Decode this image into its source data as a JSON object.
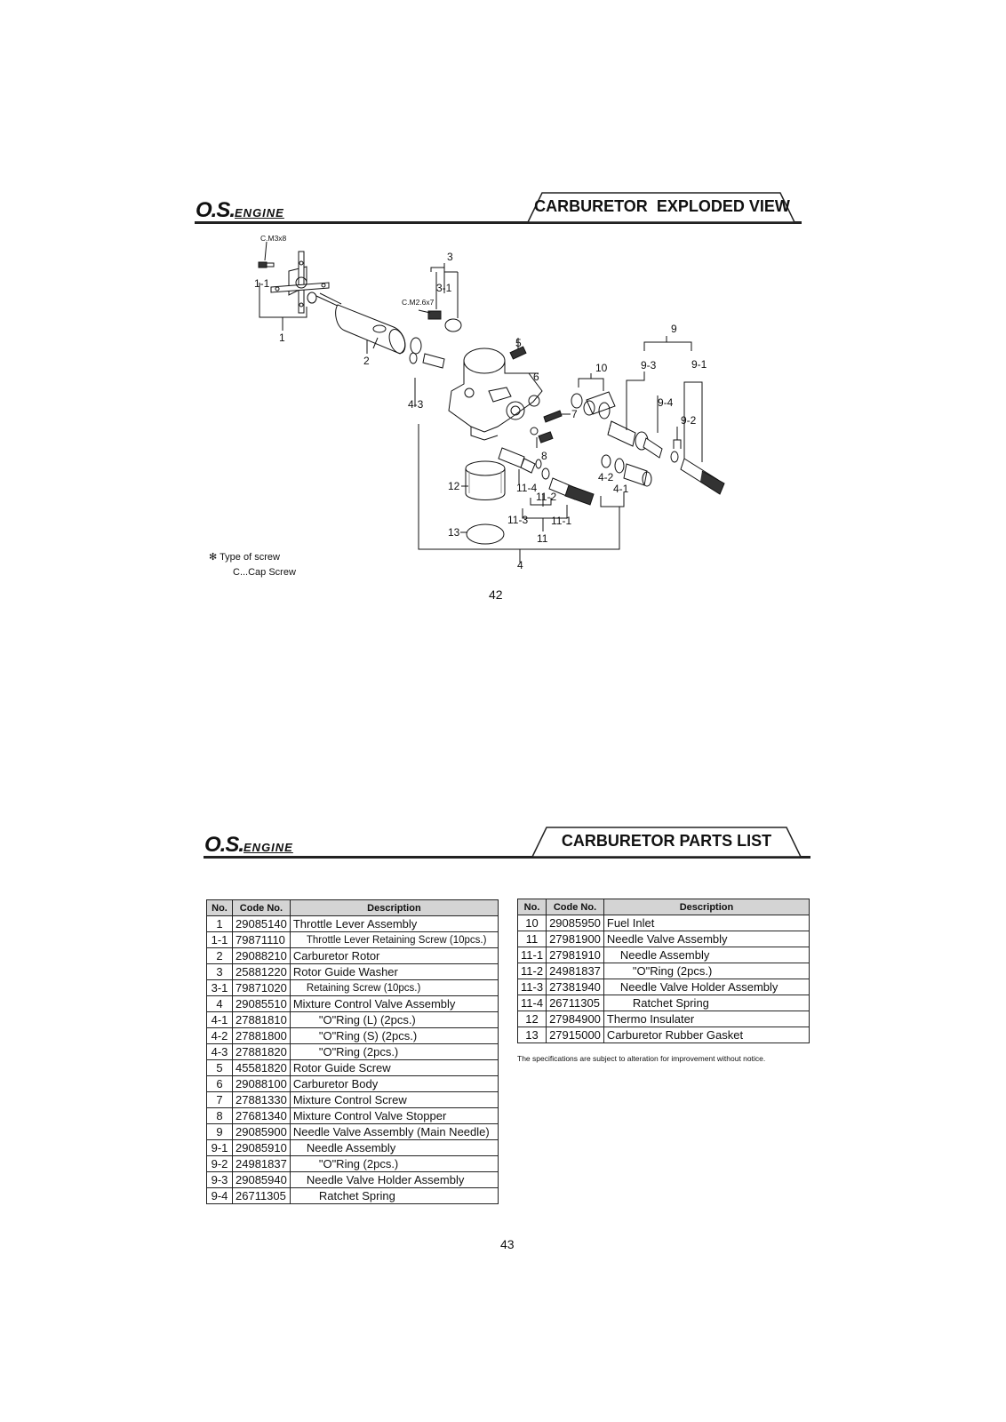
{
  "top": {
    "logo_main": "O.S.",
    "logo_sub": "ENGINE",
    "title": "CARBURETOR  EXPLODED VIEW",
    "page_number": "42",
    "labels": {
      "cm3x8": "C.M3x8",
      "l1_1": "1-1",
      "l1": "1",
      "l2": "2",
      "l3": "3",
      "l3_1": "3-1",
      "cm26x7": "C.M2.6x7",
      "l5": "5",
      "l6": "6",
      "l7": "7",
      "l8": "8",
      "l9": "9",
      "l9_1": "9-1",
      "l9_2": "9-2",
      "l9_3": "9-3",
      "l9_4": "9-4",
      "l10": "10",
      "l4_1": "4-1",
      "l4_2": "4-2",
      "l4_3": "4-3",
      "l4": "4",
      "l11": "11",
      "l11_1": "11-1",
      "l11_2": "11-2",
      "l11_3": "11-3",
      "l11_4": "11-4",
      "l12": "12",
      "l13": "13"
    },
    "note_line1": "✻ Type of screw",
    "note_line2": "C...Cap Screw"
  },
  "bottom": {
    "logo_main": "O.S.",
    "logo_sub": "ENGINE",
    "title": "CARBURETOR PARTS LIST",
    "page_number": "43",
    "headers": {
      "no": "No.",
      "code": "Code No.",
      "desc": "Description"
    },
    "left_rows": [
      {
        "no": "1",
        "code": "29085140",
        "desc": "Throttle Lever Assembly"
      },
      {
        "no": "1-1",
        "code": "79871110",
        "desc": "Throttle Lever Retaining Screw (10pcs.)"
      },
      {
        "no": "2",
        "code": "29088210",
        "desc": "Carburetor Rotor"
      },
      {
        "no": "3",
        "code": "25881220",
        "desc": "Rotor Guide Washer"
      },
      {
        "no": "3-1",
        "code": "79871020",
        "desc": "Retaining Screw (10pcs.)"
      },
      {
        "no": "4",
        "code": "29085510",
        "desc": "Mixture Control Valve Assembly"
      },
      {
        "no": "4-1",
        "code": "27881810",
        "desc": "\"O\"Ring (L) (2pcs.)"
      },
      {
        "no": "4-2",
        "code": "27881800",
        "desc": "\"O\"Ring (S) (2pcs.)"
      },
      {
        "no": "4-3",
        "code": "27881820",
        "desc": "\"O\"Ring (2pcs.)"
      },
      {
        "no": "5",
        "code": "45581820",
        "desc": "Rotor Guide Screw"
      },
      {
        "no": "6",
        "code": "29088100",
        "desc": "Carburetor Body"
      },
      {
        "no": "7",
        "code": "27881330",
        "desc": "Mixture Control Screw"
      },
      {
        "no": "8",
        "code": "27681340",
        "desc": "Mixture Control Valve Stopper"
      },
      {
        "no": "9",
        "code": "29085900",
        "desc": "Needle Valve Assembly (Main Needle)"
      },
      {
        "no": "9-1",
        "code": "29085910",
        "desc": "Needle Assembly"
      },
      {
        "no": "9-2",
        "code": "24981837",
        "desc": "\"O\"Ring (2pcs.)"
      },
      {
        "no": "9-3",
        "code": "29085940",
        "desc": "Needle Valve Holder Assembly"
      },
      {
        "no": "9-4",
        "code": "26711305",
        "desc": "Ratchet Spring"
      }
    ],
    "right_rows": [
      {
        "no": "10",
        "code": "29085950",
        "desc": "Fuel Inlet"
      },
      {
        "no": "11",
        "code": "27981900",
        "desc": "Needle Valve Assembly"
      },
      {
        "no": "11-1",
        "code": "27981910",
        "desc": "Needle Assembly"
      },
      {
        "no": "11-2",
        "code": "24981837",
        "desc": "\"O\"Ring (2pcs.)"
      },
      {
        "no": "11-3",
        "code": "27381940",
        "desc": "Needle Valve Holder Assembly"
      },
      {
        "no": "11-4",
        "code": "26711305",
        "desc": "Ratchet Spring"
      },
      {
        "no": "12",
        "code": "27984900",
        "desc": "Thermo Insulater"
      },
      {
        "no": "13",
        "code": "27915000",
        "desc": "Carburetor Rubber Gasket"
      }
    ],
    "disclaimer": "The specifications are subject to alteration for improvement without notice."
  }
}
